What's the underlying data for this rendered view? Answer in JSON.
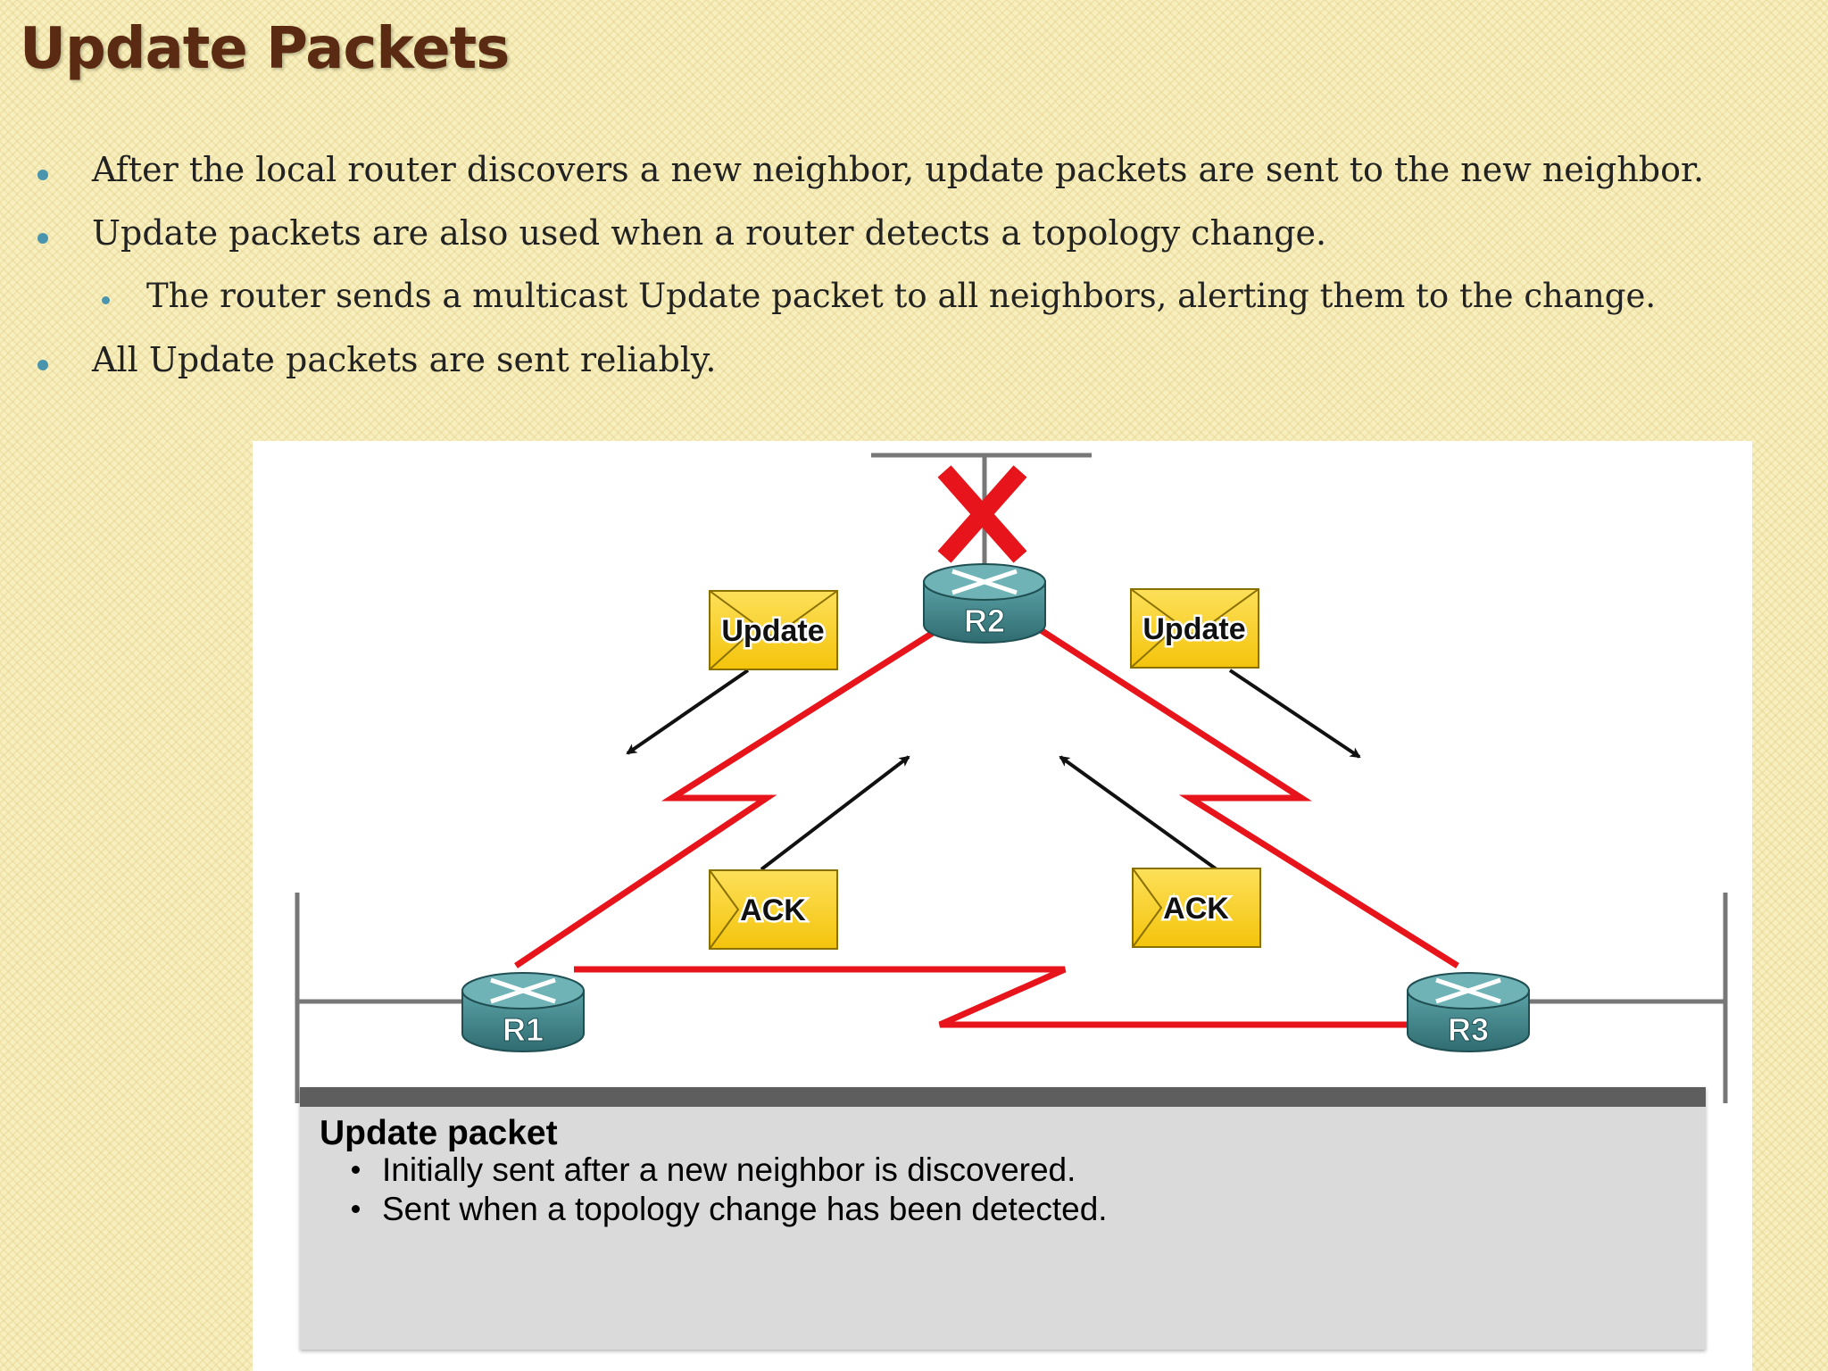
{
  "slide": {
    "title": "Update Packets",
    "bullets": [
      {
        "level": 1,
        "text": "After the local router discovers a new neighbor, update packets are sent to the new neighbor."
      },
      {
        "level": 1,
        "text": "Update packets are also used when a router detects a topology change."
      },
      {
        "level": 2,
        "text": "The router sends a multicast Update packet to all neighbors, alerting them to the change."
      },
      {
        "level": 1,
        "text": "All Update packets are sent reliably."
      }
    ]
  },
  "diagram": {
    "routers": [
      "R1",
      "R2",
      "R3"
    ],
    "update_label": "Update",
    "ack_label": "ACK",
    "failure_mark": "X",
    "colors": {
      "link": "#e8141b",
      "envelope": "#f7cd1d",
      "router": "#3f8a90",
      "failure": "#e8141b"
    }
  },
  "info_box": {
    "title": "Update packet",
    "items": [
      "Initially sent after a new neighbor is discovered.",
      "Sent when a topology change has been detected."
    ]
  }
}
